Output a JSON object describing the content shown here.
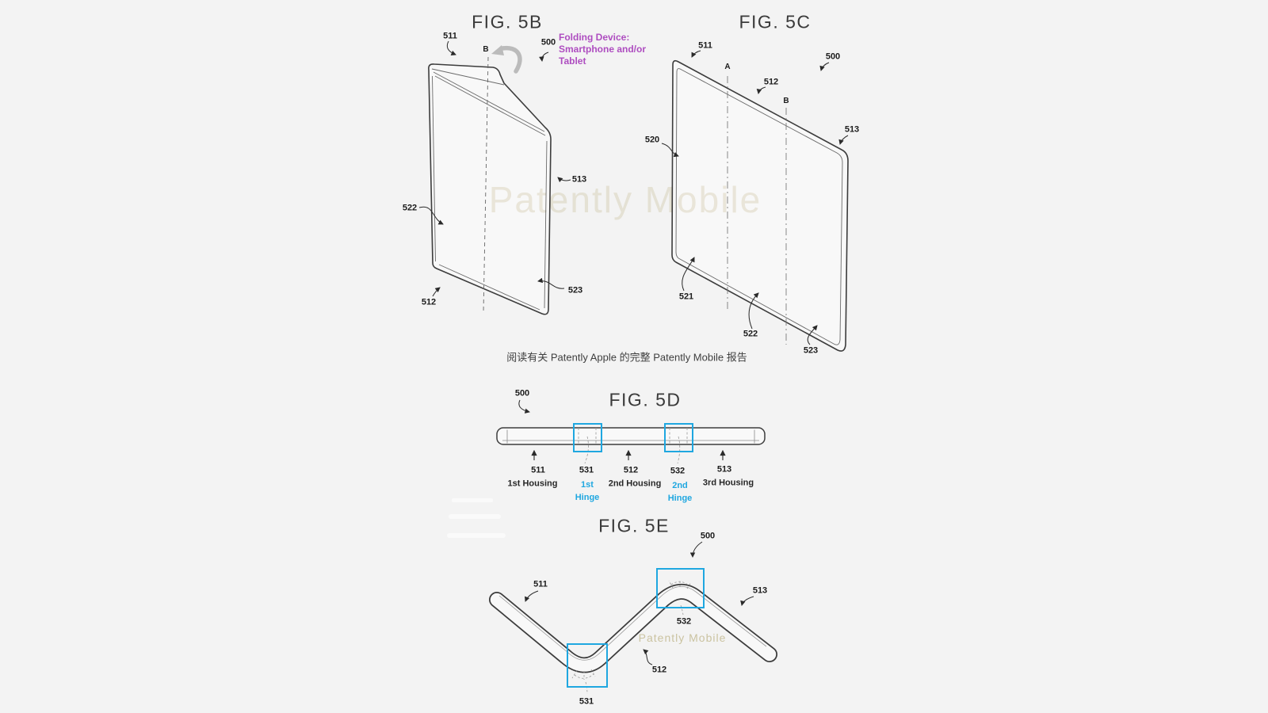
{
  "page": {
    "watermark_large": "Patently Mobile",
    "caption": "阅读有关 Patently Apple 的完整 Patently Mobile 报告"
  },
  "fig5b": {
    "title": "FIG. 5B",
    "ref_511": "511",
    "ref_b": "B",
    "ref_500": "500",
    "ref_513": "513",
    "ref_522": "522",
    "ref_512": "512",
    "ref_523": "523",
    "note_line1": "Folding Device:",
    "note_line2": "Smartphone and/or",
    "note_line3": "Tablet"
  },
  "fig5c": {
    "title": "FIG. 5C",
    "ref_511": "511",
    "ref_a": "A",
    "ref_512": "512",
    "ref_b": "B",
    "ref_500": "500",
    "ref_513": "513",
    "ref_520": "520",
    "ref_521": "521",
    "ref_522": "522",
    "ref_523": "523"
  },
  "fig5d": {
    "title": "FIG. 5D",
    "ref_500": "500",
    "ref_511": "511",
    "ref_531": "531",
    "ref_512": "512",
    "ref_532": "532",
    "ref_513": "513",
    "housing1": "1st Housing",
    "hinge1_l1": "1st",
    "hinge1_l2": "Hinge",
    "housing2": "2nd Housing",
    "hinge2_l1": "2nd",
    "hinge2_l2": "Hinge",
    "housing3": "3rd Housing"
  },
  "fig5e": {
    "title": "FIG. 5E",
    "ref_500": "500",
    "ref_511": "511",
    "ref_513": "513",
    "ref_532": "532",
    "ref_512": "512",
    "ref_531": "531",
    "watermark": "Patently Mobile"
  },
  "colors": {
    "background": "#f3f3f3",
    "line": "#3c3c3c",
    "hinge_blue": "#1fa7e0",
    "note_magenta": "#ae4dc0",
    "watermark_beige": "#e9e4d4",
    "watermark_tan": "#c8bf99"
  }
}
